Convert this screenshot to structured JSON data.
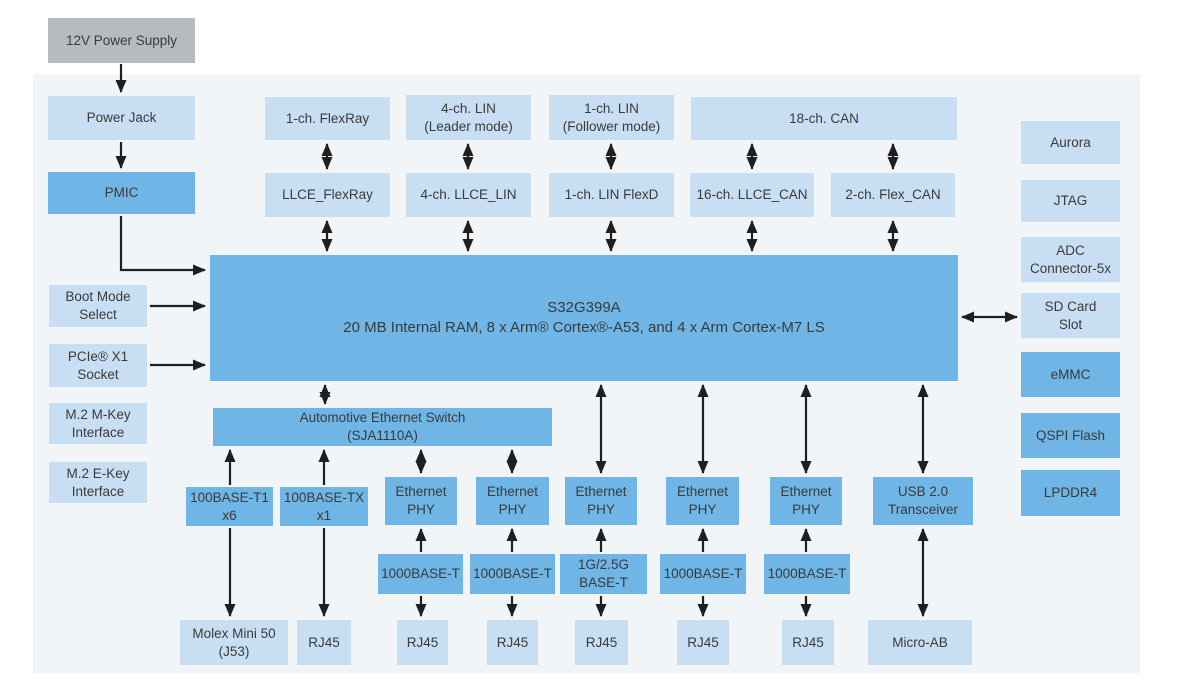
{
  "colors": {
    "box_light": "#c8def2",
    "box_medium": "#6fb6e6",
    "box_gray": "#b7bbbf",
    "panel_bg": "#f2f5f8",
    "ink": "#3a3a3a",
    "arrow": "#1f1f1f"
  },
  "chip": {
    "name": "S32G399A",
    "subtitle": "20 MB Internal RAM, 8 x Arm® Cortex®-A53, and 4 x Arm Cortex-M7 LS"
  },
  "blocks": {
    "power_supply": "12V Power Supply",
    "power_jack": "Power Jack",
    "pmic": "PMIC",
    "boot_mode": "Boot Mode\nSelect",
    "pcie": "PCIe® X1\nSocket",
    "m2_m_key": "M.2 M-Key\nInterface",
    "m2_e_key": "M.2 E-Key\nInterface",
    "flexray": "1-ch. FlexRay",
    "lin_leader": "4-ch. LIN\n(Leader mode)",
    "lin_follower": "1-ch. LIN\n(Follower mode)",
    "can": "18-ch. CAN",
    "llce_flexray": "LLCE_FlexRay",
    "llce_lin": "4-ch. LLCE_LIN",
    "lin_flexd": "1-ch. LIN FlexD",
    "llce_can": "16-ch. LLCE_CAN",
    "flex_can": "2-ch. Flex_CAN",
    "eth_switch": "Automotive Ethernet Switch\n(SJA1110A)",
    "base_t1": "100BASE-T1\nx6",
    "base_tx": "100BASE-TX\nx1",
    "eth_phy": "Ethernet\nPHY",
    "usb": "USB 2.0\nTransceiver",
    "base_1000": "1000BASE-T",
    "base_1g25g": "1G/2.5G\nBASE-T",
    "molex": "Molex Mini 50\n(J53)",
    "rj45": "RJ45",
    "micro_ab": "Micro-AB",
    "aurora": "Aurora",
    "jtag": "JTAG",
    "adc": "ADC\nConnector-5x",
    "sd_card": "SD Card\nSlot",
    "emmc": "eMMC",
    "qspi": "QSPI Flash",
    "lpddr4": "LPDDR4"
  }
}
